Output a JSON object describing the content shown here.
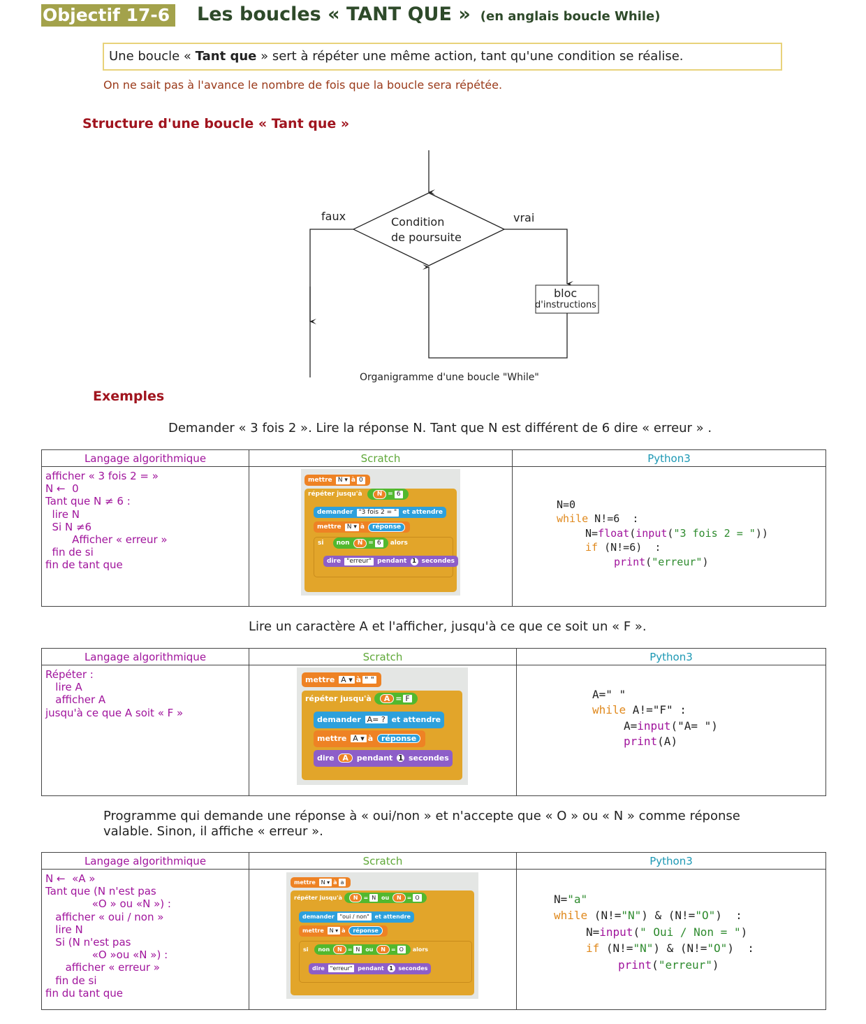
{
  "header": {
    "badge": "Objectif 17-6",
    "title": "Les boucles « TANT QUE »",
    "subtitle": "(en anglais boucle While)"
  },
  "intro": {
    "before": "Une boucle « ",
    "bold": "Tant que",
    "after": " » sert à répéter une même action, tant qu'une condition se réalise."
  },
  "note": "On ne sait pas à l'avance le nombre de fois que la boucle sera répétée.",
  "structure_title": "Structure d'une boucle « Tant que »",
  "flowchart": {
    "condition_line1": "Condition",
    "condition_line2": "de poursuite",
    "false_label": "faux",
    "true_label": "vrai",
    "block_line1": "bloc",
    "block_line2": "d'instructions",
    "caption": "Organigramme d'une boucle \"While\""
  },
  "examples_title": "Exemples",
  "columns": {
    "algo": "Langage algorithmique",
    "scratch": "Scratch",
    "python": "Python3"
  },
  "example1": {
    "intro": "Demander « 3 fois 2 ». Lire la réponse N. Tant que N est différent de 6 dire « erreur » .",
    "algo": "afficher « 3 fois 2 = »\nN ←  0\nTant que N ≠ 6 :\n  lire N\n  Si N ≠6\n        Afficher « erreur »\n  fin de si\nfin de tant que",
    "scratch": {
      "b1": "mettre",
      "b1_var": "N ▾",
      "b1_to": "à",
      "b1_val": "0",
      "b2": "répéter jusqu'à",
      "b2_var": "N",
      "b2_op": "=",
      "b2_val": "6",
      "b3": "demander",
      "b3_val": "\"3 fois 2 = \"",
      "b3_end": "et attendre",
      "b4": "mettre",
      "b4_var": "N ▾",
      "b4_to": "à",
      "b4_val": "réponse",
      "b5": "si",
      "b5_not": "non",
      "b5_var": "N",
      "b5_op": "=",
      "b5_val": "6",
      "b5_end": "alors",
      "b6": "dire",
      "b6_val": "\"erreur\"",
      "b6_mid": "pendant",
      "b6_num": "1",
      "b6_end": "secondes"
    },
    "python": [
      {
        "kw": "",
        "rest": "N=0"
      },
      {
        "kw": "while",
        "rest": " N!=6  :"
      },
      {
        "kw": "",
        "rest": "     N=float(input(\"3 fois 2 = \"))"
      },
      {
        "kw": "",
        "rest": "     if (N!=6)  :"
      },
      {
        "kw": "",
        "rest": "          print(\"erreur\")"
      }
    ]
  },
  "example2": {
    "intro": "Lire un caractère A et l'afficher, jusqu'à ce que ce soit un « F ».",
    "algo": "Répéter :\n   lire A\n   afficher A\njusqu'à ce que A soit « F »",
    "scratch": {
      "b1": "mettre",
      "b1_var": "A ▾",
      "b1_to": "à",
      "b1_val": "\" \"",
      "b2": "répéter jusqu'à",
      "b2_var": "A",
      "b2_op": "=",
      "b2_val": "F",
      "b3": "demander",
      "b3_val": "A= ?",
      "b3_end": "et attendre",
      "b4": "mettre",
      "b4_var": "A ▾",
      "b4_to": "à",
      "b4_val": "réponse",
      "b5": "dire",
      "b5_val": "A",
      "b5_mid": "pendant",
      "b5_num": "1",
      "b5_end": "secondes"
    }
  },
  "example3": {
    "intro_line1": "Programme qui demande une réponse à « oui/non » et n'accepte que « O » ou « N » comme réponse",
    "intro_line2": "valable. Sinon, il affiche « erreur ».",
    "algo": "N ←  «A »\nTant que (N n'est pas\n              «O » ou «N ») :\n   afficher « oui / non »\n   lire N\n   Si (N n'est pas\n              «O »ou «N ») :\n      afficher « erreur »\n   fin de si\nfin du tant que",
    "scratch": {
      "b1": "mettre",
      "b1_var": "N ▾",
      "b1_to": "à",
      "b1_val": "a",
      "b2": "répéter jusqu'à",
      "b2_var1": "N",
      "b2_op": "=",
      "b2_val1": "N",
      "b2_or": "ou",
      "b2_var2": "N",
      "b2_val2": "O",
      "b3": "demander",
      "b3_val": "\"oui / non\"",
      "b3_end": "et attendre",
      "b4": "mettre",
      "b4_var": "N ▾",
      "b4_to": "à",
      "b4_val": "réponse",
      "b5": "si",
      "b5_not": "non",
      "b5_var1": "N",
      "b5_val1": "N",
      "b5_or": "ou",
      "b5_var2": "N",
      "b5_val2": "O",
      "b5_end": "alors",
      "b6": "dire",
      "b6_val": "\"erreur\"",
      "b6_mid": "pendant",
      "b6_num": "1",
      "b6_end": "secondes"
    }
  },
  "python_tokens": {
    "p2_l1a": "A=\" \"",
    "p2_l2kw": "while",
    "p2_l2rest": " A!=\"F\" :",
    "p2_l3a": "A=",
    "p2_l3fn": "input",
    "p2_l3b": "(\"A= \")",
    "p2_l4fn": "print",
    "p2_l4b": "(A)",
    "p3_l1a": "N=",
    "p3_l1s": "\"a\"",
    "p3_l2kw": "while",
    "p3_l2a": " (N!=",
    "p3_l2s1": "\"N\"",
    "p3_l2b": ") & (N!=",
    "p3_l2s2": "\"O\"",
    "p3_l2c": ")  :",
    "p3_l3a": "N=",
    "p3_l3fn": "input",
    "p3_l3b": "(",
    "p3_l3s": "\" Oui / Non = \"",
    "p3_l3c": ")",
    "p3_l4kw": "if",
    "p3_l4a": " (N!=",
    "p3_l4s1": "\"N\"",
    "p3_l4b": ") & (N!=",
    "p3_l4s2": "\"O\"",
    "p3_l4c": ")  :",
    "p3_l5fn": "print",
    "p3_l5b": "(",
    "p3_l5s": "\"erreur\"",
    "p3_l5c": ")",
    "p1_l1": "N=0",
    "p1_l2kw": "while",
    "p1_l2rest": " N!=6  :",
    "p1_l3a": "N=",
    "p1_l3fn1": "float",
    "p1_l3b": "(",
    "p1_l3fn2": "input",
    "p1_l3c": "(",
    "p1_l3s": "\"3 fois 2 = \"",
    "p1_l3d": "))",
    "p1_l4kw": "if",
    "p1_l4rest": " (N!=6)  :",
    "p1_l5fn": "print",
    "p1_l5b": "(",
    "p1_l5s": "\"erreur\"",
    "p1_l5c": ")"
  }
}
